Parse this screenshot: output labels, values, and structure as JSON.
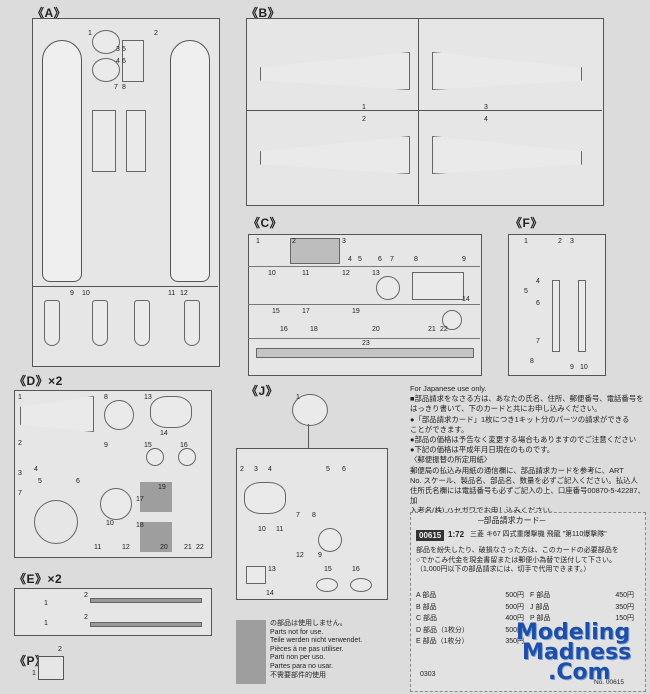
{
  "sections": {
    "a": "《A》",
    "b": "《B》",
    "c": "《C》",
    "d": "《D》×2",
    "e": "《E》×2",
    "f": "《F》",
    "j": "《J》",
    "p": "《P》"
  },
  "notice": {
    "japanese_use": "For Japanese use only.",
    "lines": [
      "■部品請求をなさる方は、あなたの氏名、住所、郵便番号、電話番号を",
      "はっきり書いて、下のカードと共にお申し込みください。",
      "●「部品請求カード」1枚につき1キット分のパーツの請求ができる",
      "ことができます。",
      "●部品の価格は予告なく変更する場合もありますのでご注意ください",
      "●下記の価格は平成年月日現在のものです。",
      "〈郵便振替の所定用紙〉",
      "郵便局の払込み用紙の通信欄に、部品請求カードを参考に、ART",
      "No. スケール、製品名、部品名、数量を必ずご記入ください。払込人",
      "住所氏名欄には電話番号も必ずご記入の上、口座番号00870-5-42287、加",
      "入者名(株) ハセガワでお申し込みください。"
    ]
  },
  "card": {
    "title": "─部品請求カード─",
    "art_no": "00615",
    "scale": "1:72",
    "product": "三菱 キ67 四式重爆撃機 飛龍 \"第110爆撃隊\"",
    "desc_lines": [
      "部品を紛失したり、破損なさった方は、このカードの必要部品を",
      "○でかこみ代金を現金書留または郵便小為替で送付して下さい。",
      "（1,000円以下の部品請求には、切手で代用できます。）"
    ],
    "prices_left": [
      {
        "part": "A 部品",
        "price": "500円"
      },
      {
        "part": "B 部品",
        "price": "500円"
      },
      {
        "part": "C 部品",
        "price": "400円"
      },
      {
        "part": "D 部品（1枚分）",
        "price": "500円"
      },
      {
        "part": "E 部品（1枚分）",
        "price": "350円"
      }
    ],
    "prices_right": [
      {
        "part": "F 部品",
        "price": "450円"
      },
      {
        "part": "J 部品",
        "price": "350円"
      },
      {
        "part": "P 部品",
        "price": "150円"
      }
    ],
    "code": "0303",
    "ref": "No. 00615"
  },
  "not_for_use": [
    "の部品は使用しません。",
    "Parts not for use.",
    "Teile werden nicht verwendet.",
    "Pièces à ne pas utiliser.",
    "Parti non per uso.",
    "Partes para no usar.",
    "不需要部件的使用"
  ],
  "watermark": {
    "line1": "Modeling",
    "line2": "Madness",
    "line3": ".Com",
    "color": "#1e4fa8"
  },
  "part_numbers": {
    "a": [
      "1",
      "2",
      "3",
      "4",
      "5",
      "6",
      "7",
      "8",
      "9",
      "10",
      "11",
      "12"
    ],
    "b": [
      "1",
      "2",
      "3",
      "4"
    ],
    "c": [
      "1",
      "2",
      "3",
      "4",
      "5",
      "6",
      "7",
      "8",
      "9",
      "10",
      "11",
      "12",
      "13",
      "14",
      "15",
      "16",
      "17",
      "18",
      "19",
      "20",
      "21",
      "22",
      "23"
    ],
    "d": [
      "1",
      "2",
      "3",
      "4",
      "5",
      "6",
      "7",
      "8",
      "9",
      "10",
      "11",
      "12",
      "13",
      "14",
      "15",
      "16",
      "17",
      "18",
      "19",
      "20",
      "21",
      "22"
    ],
    "e": [
      "1",
      "1",
      "2",
      "2"
    ],
    "f": [
      "1",
      "2",
      "3",
      "4",
      "5",
      "6",
      "7",
      "8",
      "9",
      "10"
    ],
    "j": [
      "1",
      "2",
      "3",
      "4",
      "5",
      "6",
      "7",
      "8",
      "9",
      "10",
      "11",
      "12",
      "13",
      "14",
      "15",
      "16"
    ],
    "p": [
      "1",
      "2"
    ]
  }
}
